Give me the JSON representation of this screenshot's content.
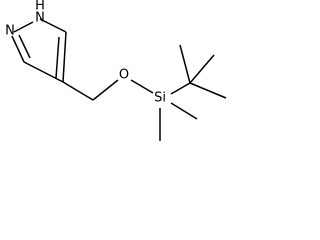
{
  "diagram": {
    "type": "chemical-structure",
    "atom_labels": {
      "nh": "H",
      "n_top": "N",
      "n_left": "N",
      "oxygen": "O",
      "silicon": "Si"
    }
  }
}
